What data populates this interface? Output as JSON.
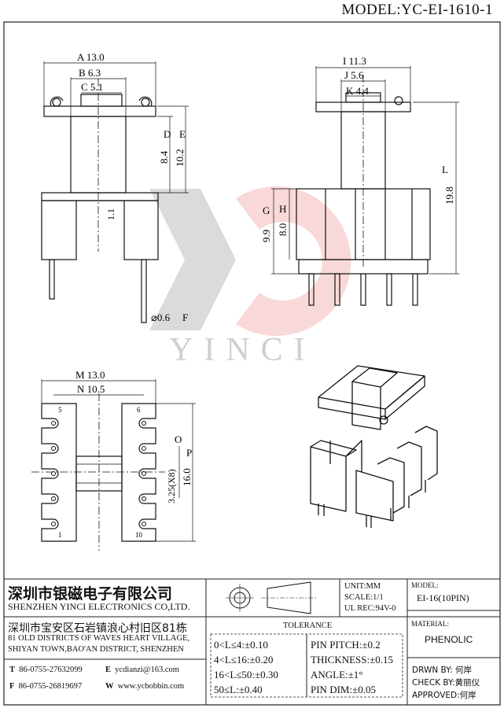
{
  "model": "MODEL:YC-EI-1610-1",
  "watermark": "YINCI",
  "dims": {
    "A": "A 13.0",
    "B": "B 6.3",
    "C": "C 5.1",
    "D": "D",
    "D_val": "8.4",
    "E": "E",
    "E_val": "10.2",
    "one_one": "1.1",
    "F": "F",
    "F_val": "⌀0.6",
    "I": "I 11.3",
    "J": "J 5.6",
    "K": "K 4.4",
    "G": "G",
    "G_val": "9.9",
    "H": "H",
    "H_val": "8.0",
    "L": "L",
    "L_val": "19.8",
    "M": "M 13.0",
    "N": "N 10.5",
    "O": "O",
    "O_val": "3.25(X8)",
    "P": "P",
    "P_val": "16.0"
  },
  "pins": {
    "p5": "5",
    "p6": "6",
    "p1": "1",
    "p10": "10"
  },
  "title_block": {
    "company_cn": "深圳市银磁电子有限公司",
    "company_en": "SHENZHEN YINCI ELECTRONICS CO,LTD.",
    "address_cn": "深圳市宝安区石岩镇浪心村旧区81栋",
    "address_en1": "81 OLD DISTRICTS OF WAVES HEART VILLAGE,",
    "address_en2": "SHIYAN TOWN,BAO'AN DISTRICT, SHENZHEN",
    "tel_label": "T",
    "tel": "86-0755-27632099",
    "email_label": "E",
    "email": "ycdianzi@163.com",
    "fax_label": "F",
    "fax": "86-0755-26819697",
    "web_label": "W",
    "web": "www.ycbobbin.com",
    "unit": "UNIT:MM",
    "scale": "SCALE:1/1",
    "ul_rec": "UL REC:94V-0",
    "model_label": "MODEL:",
    "model_value": "EI-16(10PIN)",
    "material_label": "MATERIAL:",
    "material_value": "PHENOLIC",
    "tolerance_title": "TOLERANCE",
    "tol": [
      "0<L≤4:±0.10",
      "4<L≤16:±0.20",
      "16<L≤50:±0.30",
      "50≤L:±0.40"
    ],
    "tol_r": [
      "PIN PITCH:±0.2",
      "THICKNESS:±0.15",
      "ANGLE:±1°",
      "PIN DIM:±0.05"
    ],
    "drwn": "DRWN BY: 何岸",
    "check": "CHECK BY:黄丽仪",
    "approved": "APPROVED:何岸"
  }
}
